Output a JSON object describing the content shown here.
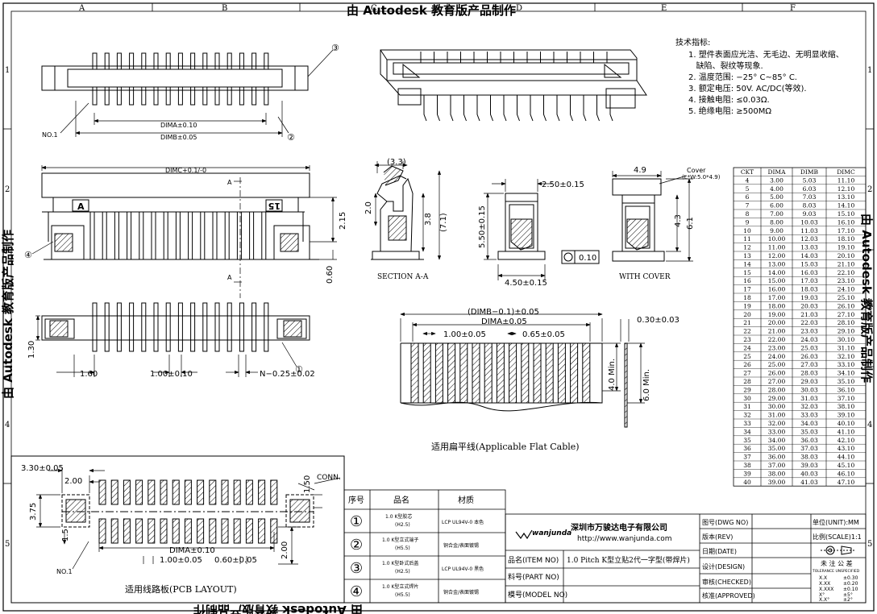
{
  "sheet": {
    "watermark": "由 Autodesk 教育版产品制作",
    "column_labels": [
      "A",
      "B",
      "C",
      "D",
      "E",
      "F"
    ],
    "row_labels": [
      "1",
      "2",
      "3",
      "4",
      "5"
    ]
  },
  "top_view": {
    "dim_a": "DIMA±0.10",
    "dim_b": "DIMB±0.05",
    "no1": "NO.1",
    "callout_2": "②",
    "callout_3": "③"
  },
  "front_view": {
    "dim_c": "DIMC+0.1/-0",
    "section_mark": "A",
    "pin1_mark": "A",
    "pin_last_mark": "15",
    "h_215": "2.15",
    "h_060": "0.60",
    "callout_4": "④"
  },
  "bottom_view": {
    "dim_130": "1.30",
    "dim_160": "1.60",
    "pitch": "1.00±0.10",
    "pin_width": "N−0.25±0.02",
    "callout_1": "①"
  },
  "section_view": {
    "d33": "(3.3)",
    "d20": "2.0",
    "d38": "3.8",
    "d71": "(7.1)",
    "caption": "SECTION A-A"
  },
  "side_view": {
    "w250": "2.50±0.15",
    "h550": "5.50±0.15",
    "w450": "4.50±0.15",
    "flatness": "0.10"
  },
  "cover_view": {
    "cover_label": "Cover",
    "cover_size": "(L*W:5.0*4.9)",
    "w49": "4.9",
    "h43": "4.3",
    "h61": "6.1",
    "caption": "WITH COVER"
  },
  "cable": {
    "dim_total": "(DIMB−0.1)±0.05",
    "dim_a": "DIMA±0.05",
    "pitch": "1.00±0.05",
    "cond_width": "0.65±0.05",
    "thickness": "0.30±0.03",
    "min40": "4.0 Min.",
    "min60": "6.0 Min.",
    "caption": "适用扁平线(Applicable Flat Cable)"
  },
  "pcb": {
    "d330": "3.30±0.05",
    "d200a": "2.00",
    "d150": "1.50",
    "d375": "3.75",
    "d15": "1.5",
    "dim_a": "DIMA±0.10",
    "pitch": "1.00±0.05",
    "pad": "0.60±0.05",
    "d200b": "2.00",
    "conn": "CONN.",
    "no1": "NO.1",
    "caption": "适用线路板(PCB LAYOUT)"
  },
  "specs": {
    "title": "技术指标:",
    "lines": [
      "1. 塑件表面应光洁、无毛边、无明显收缩、",
      "   缺陷、裂纹等现象.",
      "2. 温度范围: −25° C~85° C.",
      "3. 额定电压: 50V. AC/DC(等效).",
      "4. 接触电阻: ≤0.03Ω.",
      "5. 绝缘电阻: ≥500MΩ"
    ]
  },
  "dim_table": {
    "headers": [
      "CKT",
      "DIMA",
      "DIMB",
      "DIMC"
    ],
    "rows": [
      [
        "4",
        "3.00",
        "5.03",
        "11.10"
      ],
      [
        "5",
        "4.00",
        "6.03",
        "12.10"
      ],
      [
        "6",
        "5.00",
        "7.03",
        "13.10"
      ],
      [
        "7",
        "6.00",
        "8.03",
        "14.10"
      ],
      [
        "8",
        "7.00",
        "9.03",
        "15.10"
      ],
      [
        "9",
        "8.00",
        "10.03",
        "16.10"
      ],
      [
        "10",
        "9.00",
        "11.03",
        "17.10"
      ],
      [
        "11",
        "10.00",
        "12.03",
        "18.10"
      ],
      [
        "12",
        "11.00",
        "13.03",
        "19.10"
      ],
      [
        "13",
        "12.00",
        "14.03",
        "20.10"
      ],
      [
        "14",
        "13.00",
        "15.03",
        "21.10"
      ],
      [
        "15",
        "14.00",
        "16.03",
        "22.10"
      ],
      [
        "16",
        "15.00",
        "17.03",
        "23.10"
      ],
      [
        "17",
        "16.00",
        "18.03",
        "24.10"
      ],
      [
        "18",
        "17.00",
        "19.03",
        "25.10"
      ],
      [
        "19",
        "18.00",
        "20.03",
        "26.10"
      ],
      [
        "20",
        "19.00",
        "21.03",
        "27.10"
      ],
      [
        "21",
        "20.00",
        "22.03",
        "28.10"
      ],
      [
        "22",
        "21.00",
        "23.03",
        "29.10"
      ],
      [
        "23",
        "22.00",
        "24.03",
        "30.10"
      ],
      [
        "24",
        "23.00",
        "25.03",
        "31.10"
      ],
      [
        "25",
        "24.00",
        "26.03",
        "32.10"
      ],
      [
        "26",
        "25.00",
        "27.03",
        "33.10"
      ],
      [
        "27",
        "26.00",
        "28.03",
        "34.10"
      ],
      [
        "28",
        "27.00",
        "29.03",
        "35.10"
      ],
      [
        "29",
        "28.00",
        "30.03",
        "36.10"
      ],
      [
        "30",
        "29.00",
        "31.03",
        "37.10"
      ],
      [
        "31",
        "30.00",
        "32.03",
        "38.10"
      ],
      [
        "32",
        "31.00",
        "33.03",
        "39.10"
      ],
      [
        "33",
        "32.00",
        "34.03",
        "40.10"
      ],
      [
        "34",
        "33.00",
        "35.03",
        "41.10"
      ],
      [
        "35",
        "34.00",
        "36.03",
        "42.10"
      ],
      [
        "36",
        "35.00",
        "37.03",
        "43.10"
      ],
      [
        "37",
        "36.00",
        "38.03",
        "44.10"
      ],
      [
        "38",
        "37.00",
        "39.03",
        "45.10"
      ],
      [
        "39",
        "38.00",
        "40.03",
        "46.10"
      ],
      [
        "40",
        "39.00",
        "41.03",
        "47.10"
      ]
    ]
  },
  "bom": {
    "headers": [
      "序号",
      "品名",
      "材质"
    ],
    "rows": [
      {
        "no": "①",
        "name": "1.0 K型胶芯",
        "code": "(H2.5)",
        "material": "LCP UL94V-0 本色"
      },
      {
        "no": "②",
        "name": "1.0 K型立式端子",
        "code": "(H5.5)",
        "material": "铜合金/表面镀锡"
      },
      {
        "no": "③",
        "name": "1.0 K型卧式后盖",
        "code": "(H2.5)",
        "material": "LCP UL94V-0 黑色"
      },
      {
        "no": "④",
        "name": "1.0 K型立式焊片",
        "code": "(H5.5)",
        "material": "铜合金/表面镀锡"
      }
    ]
  },
  "title_block": {
    "company": "深圳市万骏达电子有限公司",
    "url": "http://www.wanjunda.com",
    "logo_text": "wanjunda",
    "item_label": "品名(ITEM NO)",
    "item_value": "1.0 Pitch K型立贴2代一字型(带焊片)",
    "part_label": "料号(PART NO)",
    "model_label": "模号(MODEL NO)",
    "dwg_label": "图号(DWG NO)",
    "rev_label": "版本(REV)",
    "date_label": "日期(DATE)",
    "design_label": "设计(DESIGN)",
    "check_label": "审核(CHECKED)",
    "approve_label": "核准(APPROVED)",
    "unit": "单位(UNIT):MM",
    "scale": "比例(SCALE)1:1",
    "tol_title": "未 注 公 差",
    "tol_sub": "TOLERANCE UNSPECIFIED",
    "tol_rows": [
      [
        "X.X",
        "±0.30"
      ],
      [
        "X.XX",
        "±0.20"
      ],
      [
        "X.XXX",
        "±0.10"
      ],
      [
        "X°",
        "±5°"
      ],
      [
        "X.X°",
        "±2°"
      ]
    ]
  }
}
